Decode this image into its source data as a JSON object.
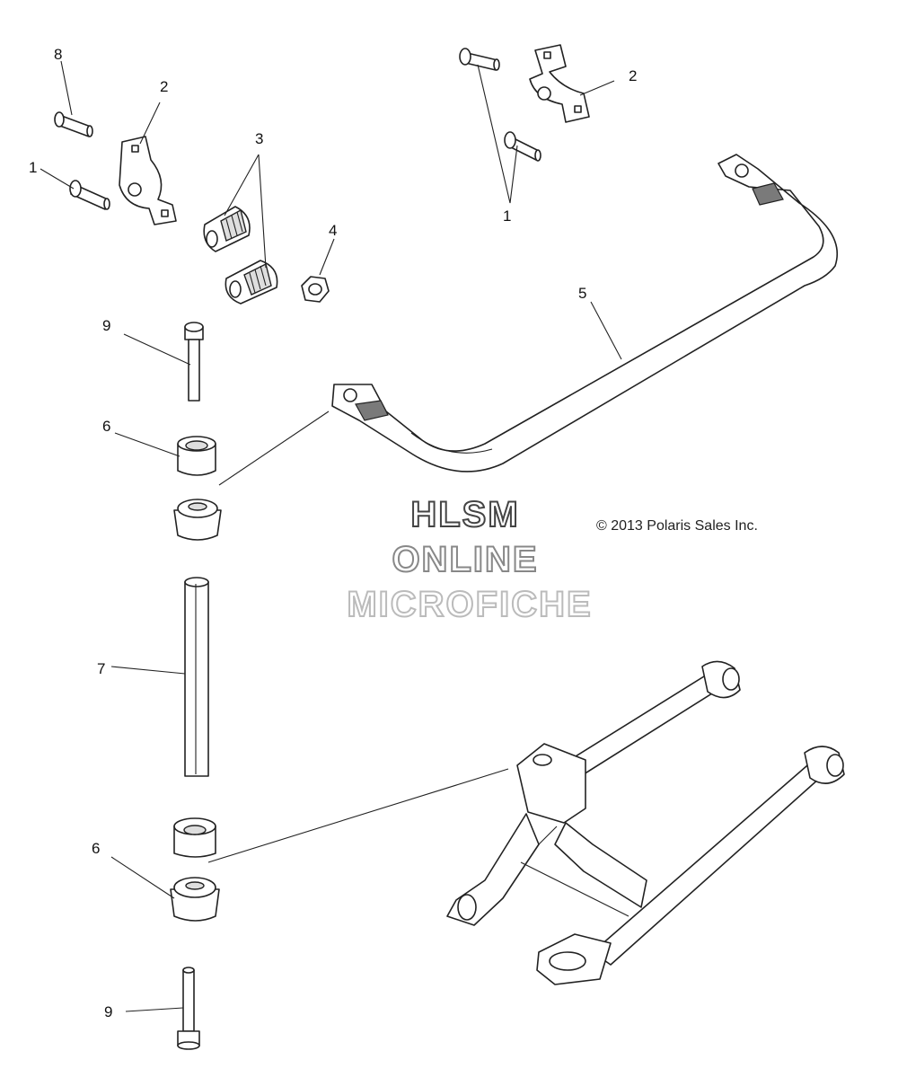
{
  "callouts": {
    "c1a": "1",
    "c1b": "1",
    "c2a": "2",
    "c2b": "2",
    "c3": "3",
    "c4": "4",
    "c5": "5",
    "c6a": "6",
    "c6b": "6",
    "c7": "7",
    "c8": "8",
    "c9a": "9",
    "c9b": "9"
  },
  "copyright": "© 2013 Polaris Sales Inc.",
  "watermark": {
    "line1": "HLSM",
    "line2": "ONLINE",
    "line3": "MICROFICHE"
  },
  "colors": {
    "line": "#222222",
    "wm1": "#444444",
    "wm2": "#888888",
    "wm3": "#bbbbbb"
  }
}
